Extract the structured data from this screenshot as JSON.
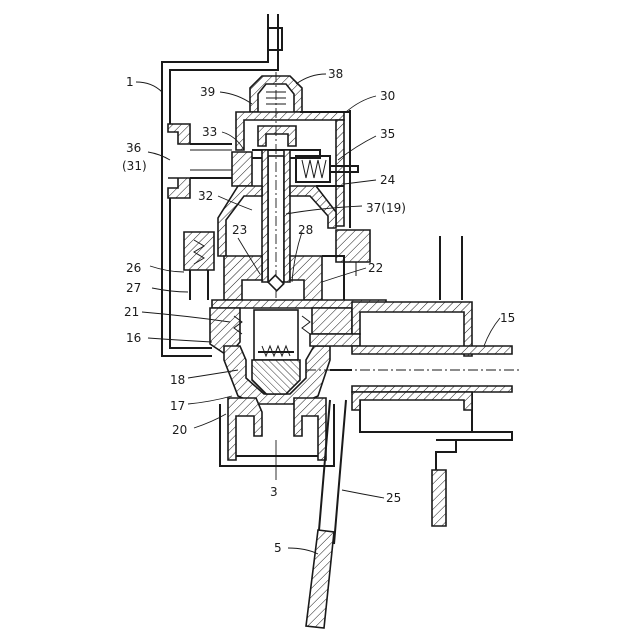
{
  "figure": {
    "type": "patent-cross-section-drawing",
    "colors": {
      "ink": "#1a1a1a",
      "paper": "#ffffff"
    },
    "labels": {
      "l1": "1",
      "l3": "3",
      "l5": "5",
      "l15": "15",
      "l16": "16",
      "l17": "17",
      "l18": "18",
      "l20": "20",
      "l21": "21",
      "l22": "22",
      "l23": "23",
      "l24": "24",
      "l25": "25",
      "l26": "26",
      "l27": "27",
      "l28": "28",
      "l30": "30",
      "l32": "32",
      "l33": "33",
      "l35": "35",
      "l36": "36",
      "l31": "(31)",
      "l37": "37(19)",
      "l38": "38",
      "l39": "39"
    }
  }
}
